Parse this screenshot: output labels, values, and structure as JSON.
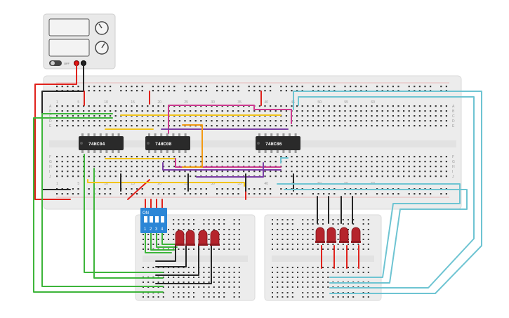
{
  "power_supply": {
    "display_top": "",
    "display_bottom": "",
    "off_label": "OFF"
  },
  "chips": [
    {
      "part": "74HC04"
    },
    {
      "part": "74HC08"
    },
    {
      "part": "74HC86"
    }
  ],
  "dip_switch": {
    "on_label": "ON",
    "numbers": [
      "1",
      "2",
      "3",
      "4"
    ]
  },
  "breadboard_column_numbers": [
    "1",
    "5",
    "10",
    "15",
    "20",
    "25",
    "30",
    "35",
    "40",
    "45",
    "50",
    "55",
    "60"
  ],
  "breadboard_row_letters_top": [
    "A",
    "B",
    "C",
    "D",
    "E"
  ],
  "breadboard_row_letters_bottom": [
    "F",
    "G",
    "H",
    "I",
    "J"
  ],
  "colors": {
    "board": "#ececec",
    "hole": "#3a3a3a",
    "chip": "#2a2a2a",
    "wire_red": "#e0221c",
    "wire_black": "#262626",
    "wire_green": "#3db53a",
    "wire_yellow": "#f2c41b",
    "wire_magenta": "#cc3a8f",
    "wire_purple": "#7b3fa6",
    "wire_orange": "#f39a12",
    "wire_cyan": "#6ec4d2",
    "led_red": "#b5242c",
    "dip_blue": "#2b86d6"
  },
  "leds_left_count": 4,
  "leds_right_count": 4
}
